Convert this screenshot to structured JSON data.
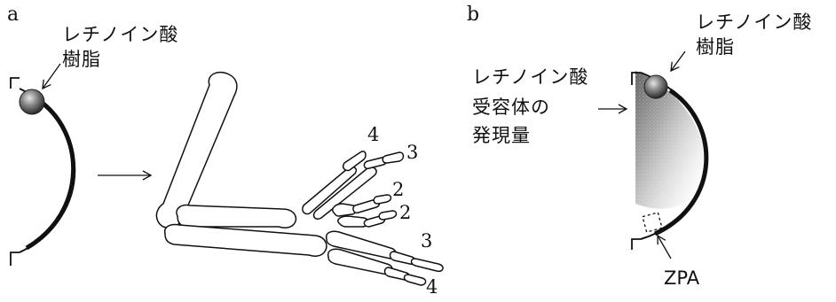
{
  "panel_a": {
    "letter": "a",
    "bead_label_line1": "レチノイン酸",
    "bead_label_line2": "樹脂",
    "digit_labels": [
      "4",
      "3",
      "2",
      "2",
      "3",
      "4"
    ]
  },
  "panel_b": {
    "letter": "b",
    "bead_label_line1": "レチノイン酸",
    "bead_label_line2": "樹脂",
    "receptor_line1": "レチノイン酸",
    "receptor_line2": "受容体の",
    "receptor_line3": "発現量",
    "zpa_label": "ZPA"
  }
}
